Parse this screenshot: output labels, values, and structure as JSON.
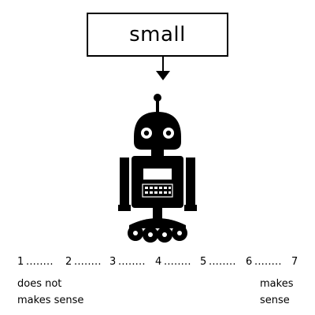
{
  "label_box": {
    "word": "small"
  },
  "scale": {
    "points": [
      "1",
      "2",
      "3",
      "4",
      "5",
      "6",
      "7"
    ],
    "dots": "........"
  },
  "anchors": {
    "left_line1": "does not",
    "left_line2": "makes sense",
    "right_line1": "makes",
    "right_line2": "sense"
  },
  "icons": {
    "arrow": "down-arrow-icon",
    "robot": "robot-icon"
  }
}
